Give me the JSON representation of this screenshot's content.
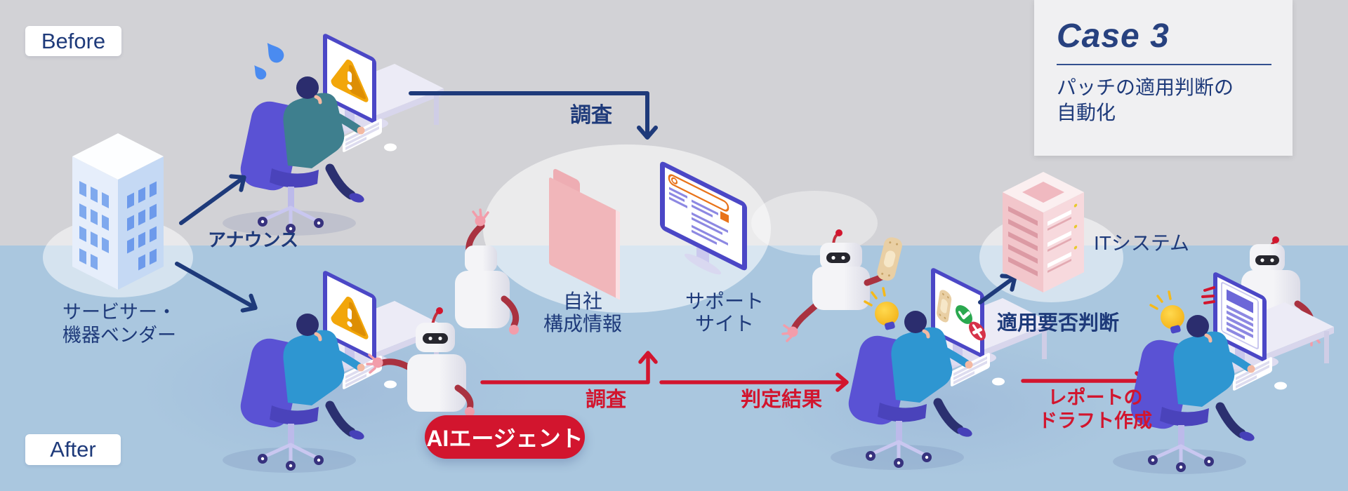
{
  "diagram": {
    "before_label": "Before",
    "after_label": "After",
    "case_card": {
      "title": "Case 3",
      "description_line1": "パッチの適用判断の",
      "description_line2": "自動化"
    },
    "nodes": {
      "vendor_line1": "サービサー・",
      "vendor_line2": "機器ベンダー",
      "internal_config_line1": "自社",
      "internal_config_line2": "構成情報",
      "support_site_line1": "サポート",
      "support_site_line2": "サイト",
      "it_system": "ITシステム",
      "ai_agent": "AIエージェント"
    },
    "flows": {
      "announce": "アナウンス",
      "research_before": "調査",
      "research_after": "調査",
      "verdict": "判定結果",
      "apply_decision": "適用要否判断",
      "report_line1": "レポートの",
      "report_line2": "ドラフト作成"
    }
  },
  "colors": {
    "navy": "#1e3a7a",
    "red": "#d2152e",
    "bg_top": "#d2d2d6",
    "bg_bottom": "#aac7df",
    "card_bg": "#f0f0f2",
    "badge_bg": "#ffffff"
  }
}
